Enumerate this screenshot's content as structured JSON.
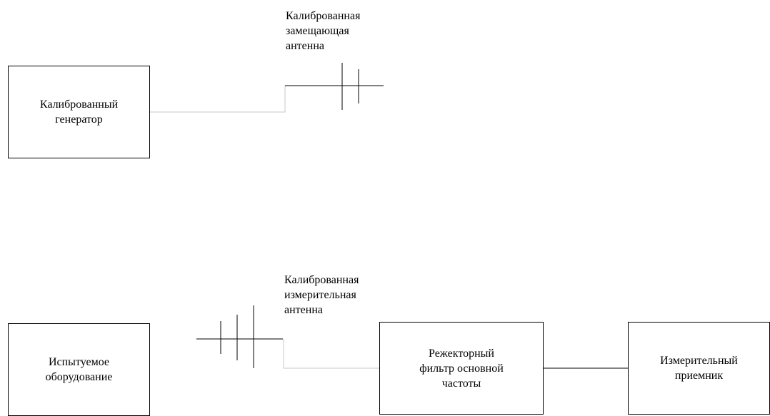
{
  "diagram": {
    "top": {
      "generator_label": "Калиброванный\nгенератор",
      "antenna_label": "Калиброванная\nзамещающая\nантенна"
    },
    "bottom": {
      "eut_label": "Испытуемое\nоборудование",
      "antenna_label": "Калиброванная\nизмерительная\nантенна",
      "filter_label": "Режекторный\nфильтр основной\nчастоты",
      "receiver_label": "Измерительный\nприемник"
    }
  }
}
